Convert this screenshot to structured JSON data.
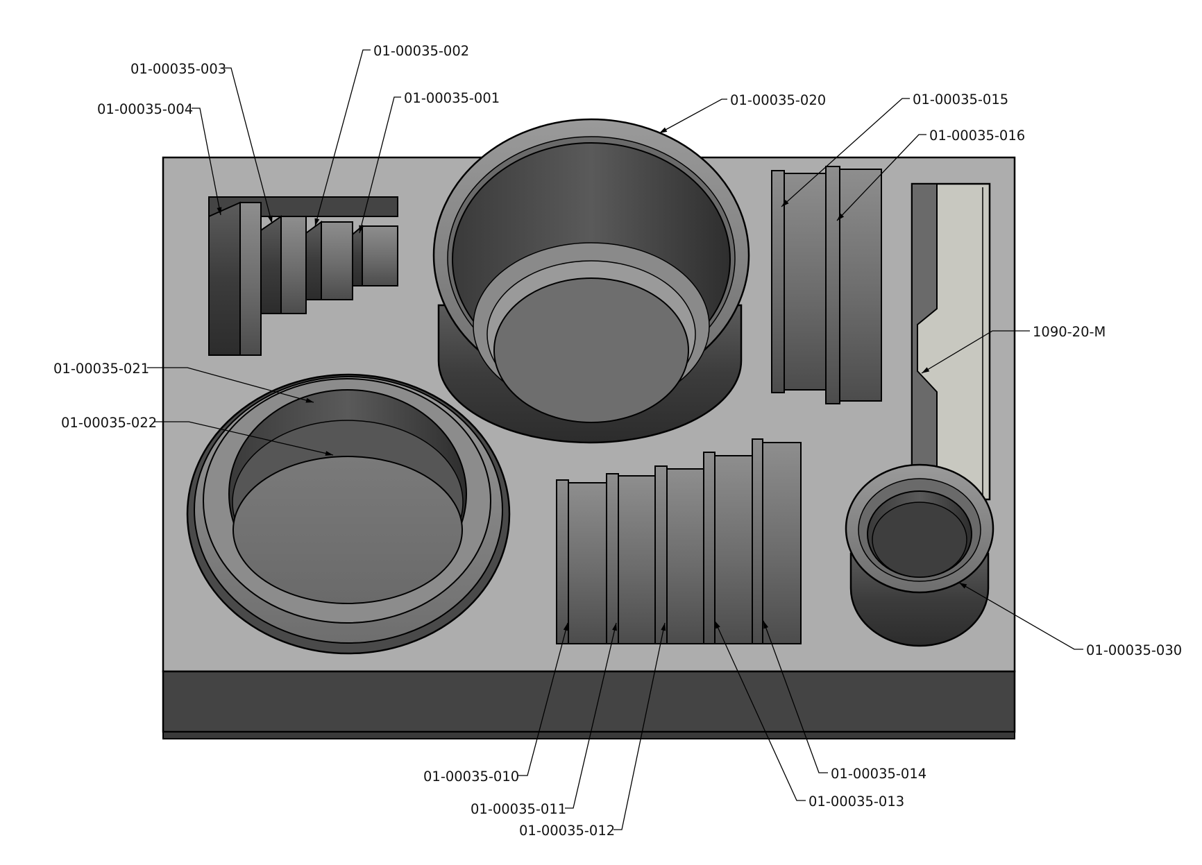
{
  "diagram": {
    "colors": {
      "background": "#ffffff",
      "tray_top": "#adadad",
      "tray_front": "#444444",
      "line": "#000000",
      "part_dark": "#4a4a4a",
      "part_mid": "#7a7a7a",
      "part_light": "#9a9a9a",
      "slot_face": "#c8c8c0"
    },
    "callouts": [
      {
        "id": "c-002",
        "label": "01-00035-002"
      },
      {
        "id": "c-003",
        "label": "01-00035-003"
      },
      {
        "id": "c-001",
        "label": "01-00035-001"
      },
      {
        "id": "c-004",
        "label": "01-00035-004"
      },
      {
        "id": "c-020",
        "label": "01-00035-020"
      },
      {
        "id": "c-015",
        "label": "01-00035-015"
      },
      {
        "id": "c-016",
        "label": "01-00035-016"
      },
      {
        "id": "c-1090",
        "label": "1090-20-M"
      },
      {
        "id": "c-021",
        "label": "01-00035-021"
      },
      {
        "id": "c-022",
        "label": "01-00035-022"
      },
      {
        "id": "c-030",
        "label": "01-00035-030"
      },
      {
        "id": "c-010",
        "label": "01-00035-010"
      },
      {
        "id": "c-011",
        "label": "01-00035-011"
      },
      {
        "id": "c-012",
        "label": "01-00035-012"
      },
      {
        "id": "c-014",
        "label": "01-00035-014"
      },
      {
        "id": "c-013",
        "label": "01-00035-013"
      }
    ]
  }
}
